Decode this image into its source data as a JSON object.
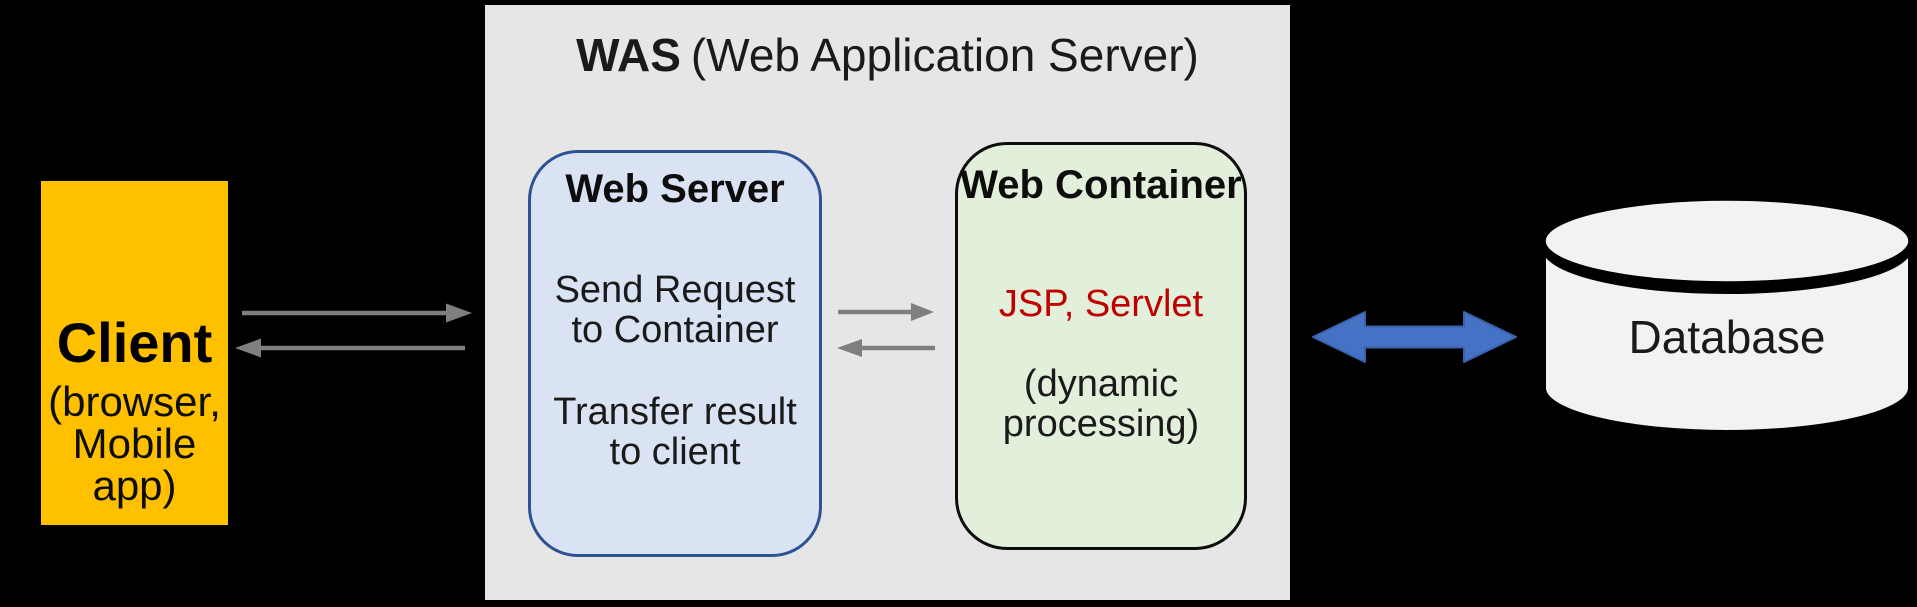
{
  "was": {
    "title_bold": "WAS",
    "title_rest": "(Web Application Server)"
  },
  "client": {
    "title": "Client",
    "subtitle_line1": "(browser,",
    "subtitle_line2": "Mobile app)"
  },
  "web_server": {
    "title": "Web Server",
    "para1": "Send Request to Container",
    "para2": "Transfer result to client"
  },
  "web_container": {
    "title": "Web Container",
    "tech": "JSP, Servlet",
    "note": "(dynamic processing)"
  },
  "database": {
    "label": "Database"
  },
  "arrows": {
    "client_to_was": {
      "icon": "right-arrow",
      "color": "#7F7F7F"
    },
    "was_to_client": {
      "icon": "left-arrow",
      "color": "#7F7F7F"
    },
    "server_to_container": {
      "icon": "right-arrow",
      "color": "#7F7F7F"
    },
    "container_to_server": {
      "icon": "left-arrow",
      "color": "#7F7F7F"
    },
    "was_db": {
      "icon": "double-headed-arrow",
      "color": "#4472C4"
    }
  },
  "colors": {
    "background": "#000000",
    "was_panel_bg": "#E7E6E6",
    "client_bg": "#FFC000",
    "web_server_bg": "#DAE3F3",
    "web_server_border": "#2E5395",
    "web_container_bg": "#E2EFDA",
    "web_container_border": "#0D0D0D",
    "jsp_servlet_text": "#C00000",
    "database_fill": "#F2F2F2",
    "text": "#1A1A1A"
  }
}
